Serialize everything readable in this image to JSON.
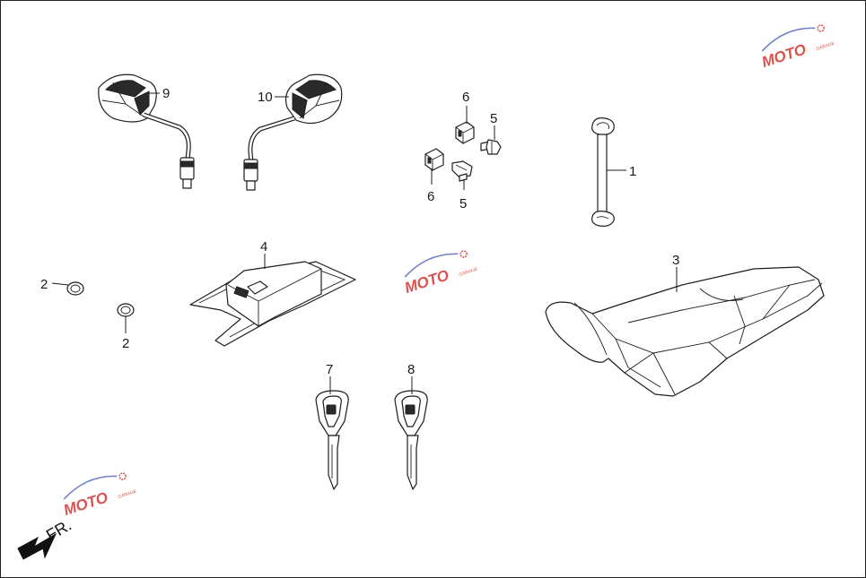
{
  "colors": {
    "line": "#1e1e1e",
    "background": "#ffffff",
    "watermark_red": "#d9534f",
    "watermark_gray": "#9a9a9a",
    "watermark_blue": "#6f7fc8"
  },
  "callouts": {
    "c1": "1",
    "c2a": "2",
    "c2b": "2",
    "c3": "3",
    "c4": "4",
    "c5a": "5",
    "c5b": "5",
    "c6a": "6",
    "c6b": "6",
    "c7": "7",
    "c8": "8",
    "c9": "9",
    "c10": "10"
  },
  "direction": {
    "label": "FR.",
    "icon": "front-arrow-icon"
  },
  "watermark": {
    "text": "MOTO",
    "sub": "GARAGE"
  }
}
